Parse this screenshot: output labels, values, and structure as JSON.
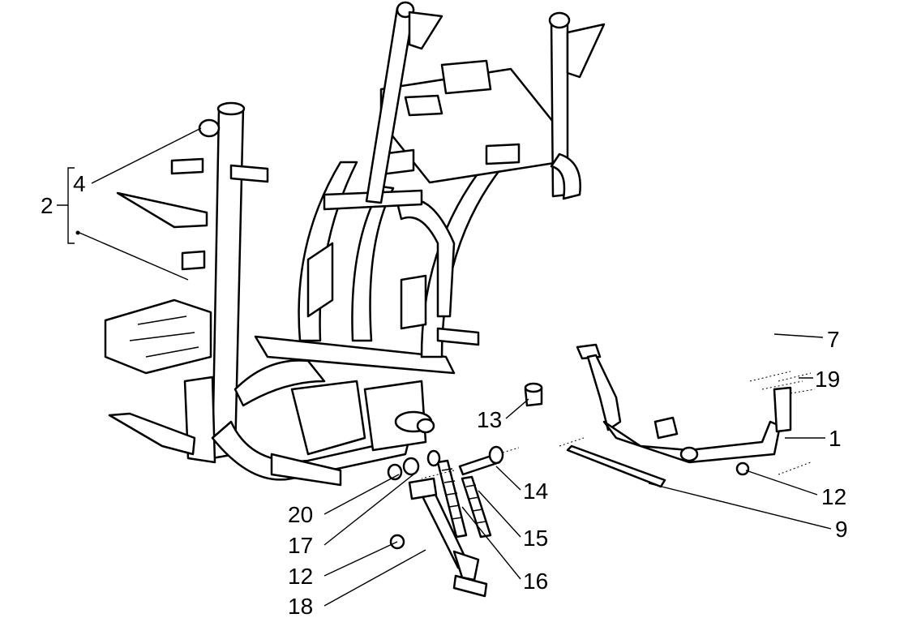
{
  "diagram": {
    "title": "Frame and stand exploded parts diagram",
    "line_color": "#000000",
    "background": "#ffffff",
    "callouts": [
      {
        "id": "c2",
        "text": "2"
      },
      {
        "id": "c4",
        "text": "4"
      },
      {
        "id": "c7",
        "text": "7"
      },
      {
        "id": "c19",
        "text": "19"
      },
      {
        "id": "c1",
        "text": "1"
      },
      {
        "id": "c12a",
        "text": "12"
      },
      {
        "id": "c9",
        "text": "9"
      },
      {
        "id": "c13",
        "text": "13"
      },
      {
        "id": "c14",
        "text": "14"
      },
      {
        "id": "c15",
        "text": "15"
      },
      {
        "id": "c16",
        "text": "16"
      },
      {
        "id": "c20",
        "text": "20"
      },
      {
        "id": "c17",
        "text": "17"
      },
      {
        "id": "c12b",
        "text": "12"
      },
      {
        "id": "c18",
        "text": "18"
      }
    ]
  }
}
